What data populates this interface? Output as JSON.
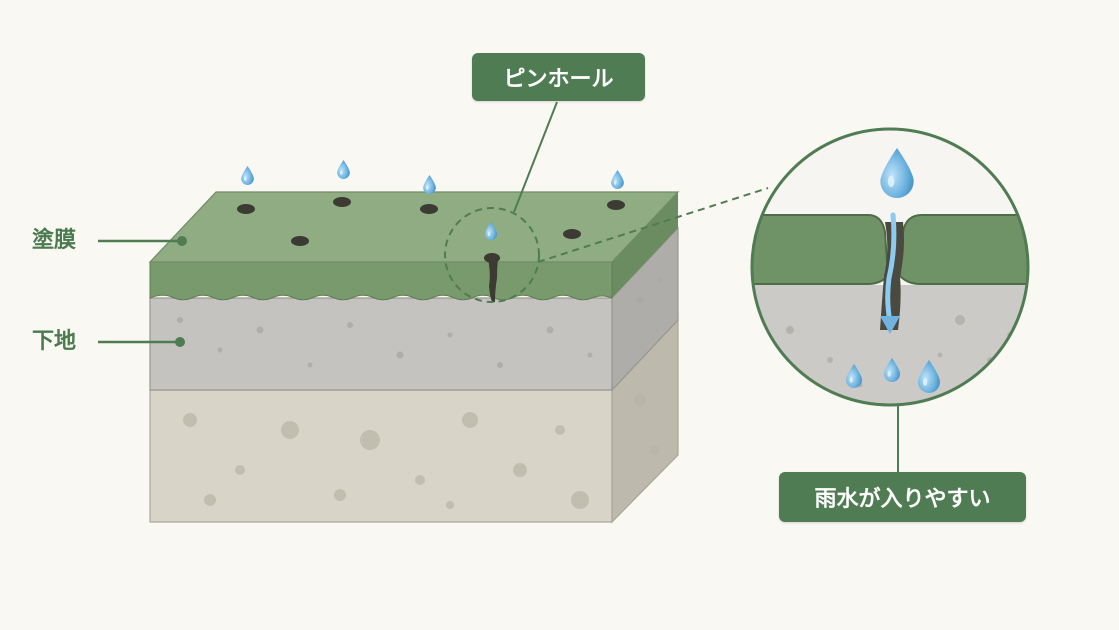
{
  "labels": {
    "coating": "塗膜",
    "substrate": "下地",
    "pinhole": "ピンホール",
    "rain_entry": "雨水が入りやすい"
  },
  "colors": {
    "background": "#faf8f3",
    "coating_top": "#8fac83",
    "coating_front": "#789a6d",
    "coating_side": "#6b8c61",
    "substrate_front": "#c4c3bf",
    "substrate_top": "#cfceca",
    "substrate_side": "#aeada9",
    "concrete_front": "#d8d4c7",
    "concrete_side": "#bfbbae",
    "accent_green": "#4f7c52",
    "water": "#6fb4e0"
  },
  "icons": [
    "water-drop-icon",
    "pinhole-icon",
    "down-arrow-icon"
  ]
}
